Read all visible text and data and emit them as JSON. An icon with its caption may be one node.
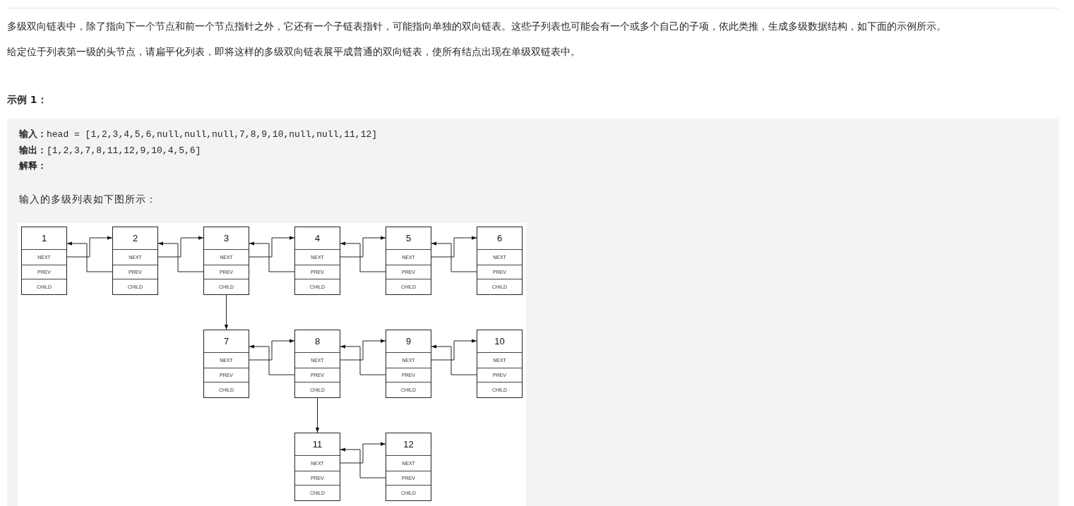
{
  "diagram": {
    "nodes": [
      {
        "text": [
          "1",
          "NEXT",
          "PREV",
          "CHILD"
        ]
      },
      {
        "text": [
          "2",
          "NEXT",
          "PREV",
          "CHILD"
        ]
      },
      {
        "text": [
          "3",
          "NEXT",
          "PREV",
          "CHILD"
        ]
      },
      {
        "text": [
          "4",
          "NEXT",
          "PREV",
          "CHILD"
        ]
      },
      {
        "text": [
          "5",
          "NEXT",
          "PREV",
          "CHILD"
        ]
      },
      {
        "text": [
          "6",
          "NEXT",
          "PREV",
          "CHILD"
        ]
      },
      {
        "text": [
          "7",
          "NEXT",
          "PREV",
          "CHILD"
        ]
      },
      {
        "text": [
          "8",
          "NEXT",
          "PREV",
          "CHILD"
        ]
      },
      {
        "text": [
          "9",
          "NEXT",
          "PREV",
          "CHILD"
        ]
      },
      {
        "text": [
          "10",
          "NEXT",
          "PREV",
          "CHILD"
        ]
      },
      {
        "text": [
          "11",
          "NEXT",
          "PREV",
          "CHILD"
        ]
      },
      {
        "text": [
          "12",
          "NEXT",
          "PREV",
          "CHILD"
        ]
      }
    ],
    "edges": [
      {
        "from": 0,
        "to": 1,
        "arrow": "to"
      },
      {
        "from": 1,
        "to": 0,
        "arrow": "to"
      },
      {
        "from": 1,
        "to": 2,
        "arrow": "to"
      },
      {
        "from": 2,
        "to": 1,
        "arrow": "to"
      },
      {
        "from": 2,
        "to": 3,
        "arrow": "to"
      },
      {
        "from": 3,
        "to": 2,
        "arrow": "to"
      },
      {
        "from": 3,
        "to": 4,
        "arrow": "to"
      },
      {
        "from": 4,
        "to": 3,
        "arrow": "to"
      },
      {
        "from": 4,
        "to": 5,
        "arrow": "to"
      },
      {
        "from": 5,
        "to": 4,
        "arrow": "to"
      },
      {
        "from": 2,
        "to": 6,
        "arrow": "to"
      },
      {
        "from": 6,
        "to": 7,
        "arrow": "to"
      },
      {
        "from": 7,
        "to": 6,
        "arrow": "to"
      },
      {
        "from": 7,
        "to": 8,
        "arrow": "to"
      },
      {
        "from": 8,
        "to": 7,
        "arrow": "to"
      },
      {
        "from": 8,
        "to": 9,
        "arrow": "to"
      },
      {
        "from": 9,
        "to": 8,
        "arrow": "to"
      },
      {
        "from": 7,
        "to": 10,
        "arrow": "to"
      },
      {
        "from": 10,
        "to": 11,
        "arrow": "to"
      },
      {
        "from": 11,
        "to": 10,
        "arrow": "to"
      }
    ],
    "labels": [
      "多级双向链表中，除了指向下一个节点和前一个节点指针之外，它还有一个子链表指针，可能指向单独的双向链表。这些子列表也可能会有一个或多个自己的子项，依此类推，生成多级数据结构，如下面的示例所示。",
      "给定位于列表第一级的头节点，请扁平化列表，即将这样的多级双向链表展平成普通的双向链表，使所有结点出现在单级双链表中。",
      "示例 1：",
      "**输入：**head = [1,2,3,4,5,6,null,null,null,7,8,9,10,null,null,11,12]",
      "**输出：**[1,2,3,7,8,11,12,9,10,4,5,6]",
      "解释：",
      "输入的多级列表如下图所示："
    ]
  }
}
